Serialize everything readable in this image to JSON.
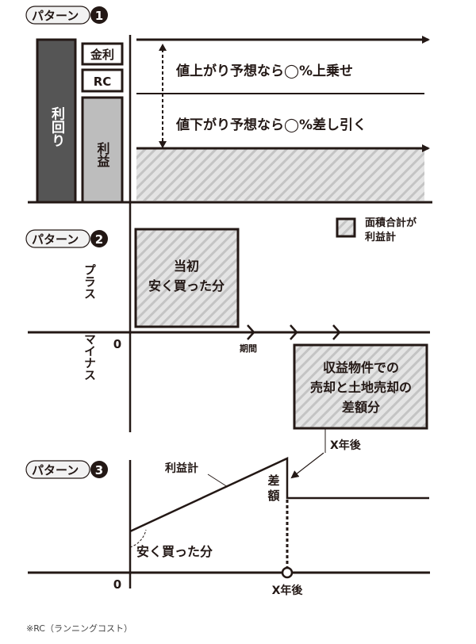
{
  "pattern_label": "パターン",
  "pattern1": {
    "number": "1",
    "yield_bar": "利回り",
    "interest": "金利",
    "rc": "RC",
    "profit": "利益",
    "rise_text": "値上がり予想なら◯%上乗せ",
    "fall_text": "値下がり予想なら◯%差し引く"
  },
  "legend": {
    "line1": "面積合計が",
    "line2": "利益計"
  },
  "pattern2": {
    "number": "2",
    "plus": "プラス",
    "minus": "マイナス",
    "zero": "0",
    "period": "期間",
    "box1": [
      "当初",
      "安く買った分"
    ],
    "box2": [
      "収益物件での",
      "売却と土地売却の",
      "差額分"
    ],
    "x_years": "X年後"
  },
  "pattern3": {
    "number": "3",
    "profit_total": "利益計",
    "difference": [
      "差",
      "額"
    ],
    "bought_cheap": "安く買った分",
    "zero": "0",
    "x_years": "X年後"
  },
  "footnote": "※RC（ランニングコスト）"
}
